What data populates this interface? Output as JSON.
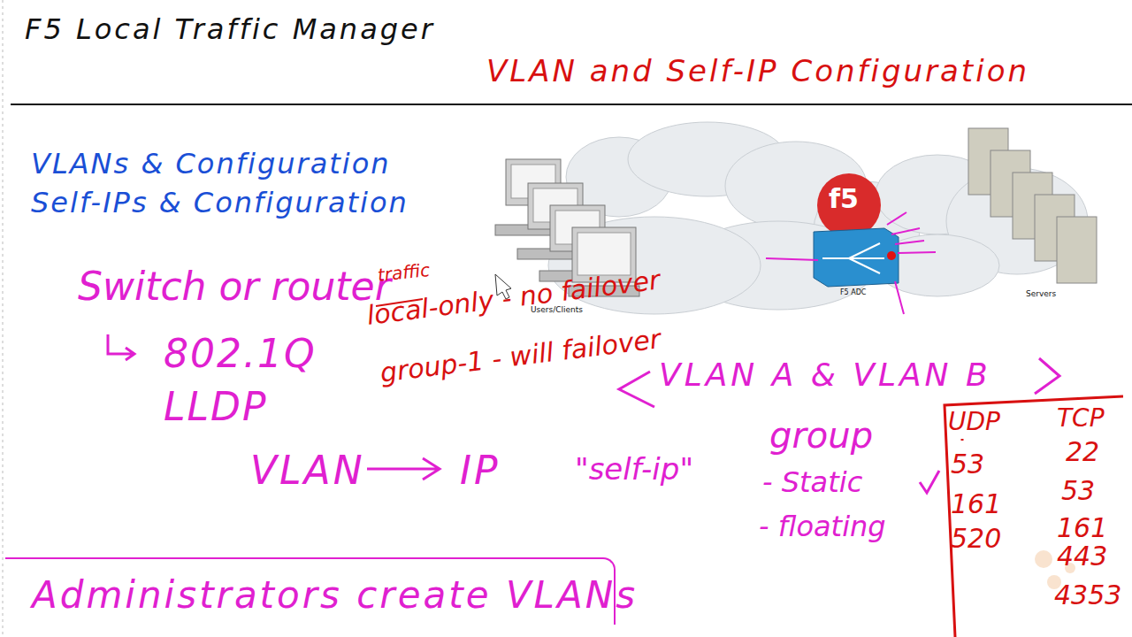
{
  "diagram": {
    "title": "F5 Local Traffic Manager",
    "nodes": [
      {
        "text": [
          "Administrators create VLANs"
        ]
      }
    ],
    "labels": [
      "VLAN and Self-IP Configuration",
      "VLANs & Configuration",
      "Self-IPs & Configuration",
      "Users/Clients",
      "F5 ADC",
      "Servers",
      "f5",
      "Switch or router",
      "traffic",
      "local-only - no failover",
      "802.1Q",
      "LLDP",
      "group-1 - will failover",
      "VLAN A & VLAN B",
      "VLAN",
      "IP",
      "\"self-ip\"",
      "group",
      "- Static",
      "- floating",
      "UDP",
      "TCP",
      "53",
      "22",
      "161",
      "53",
      "520",
      "161",
      "443",
      "4353"
    ]
  }
}
